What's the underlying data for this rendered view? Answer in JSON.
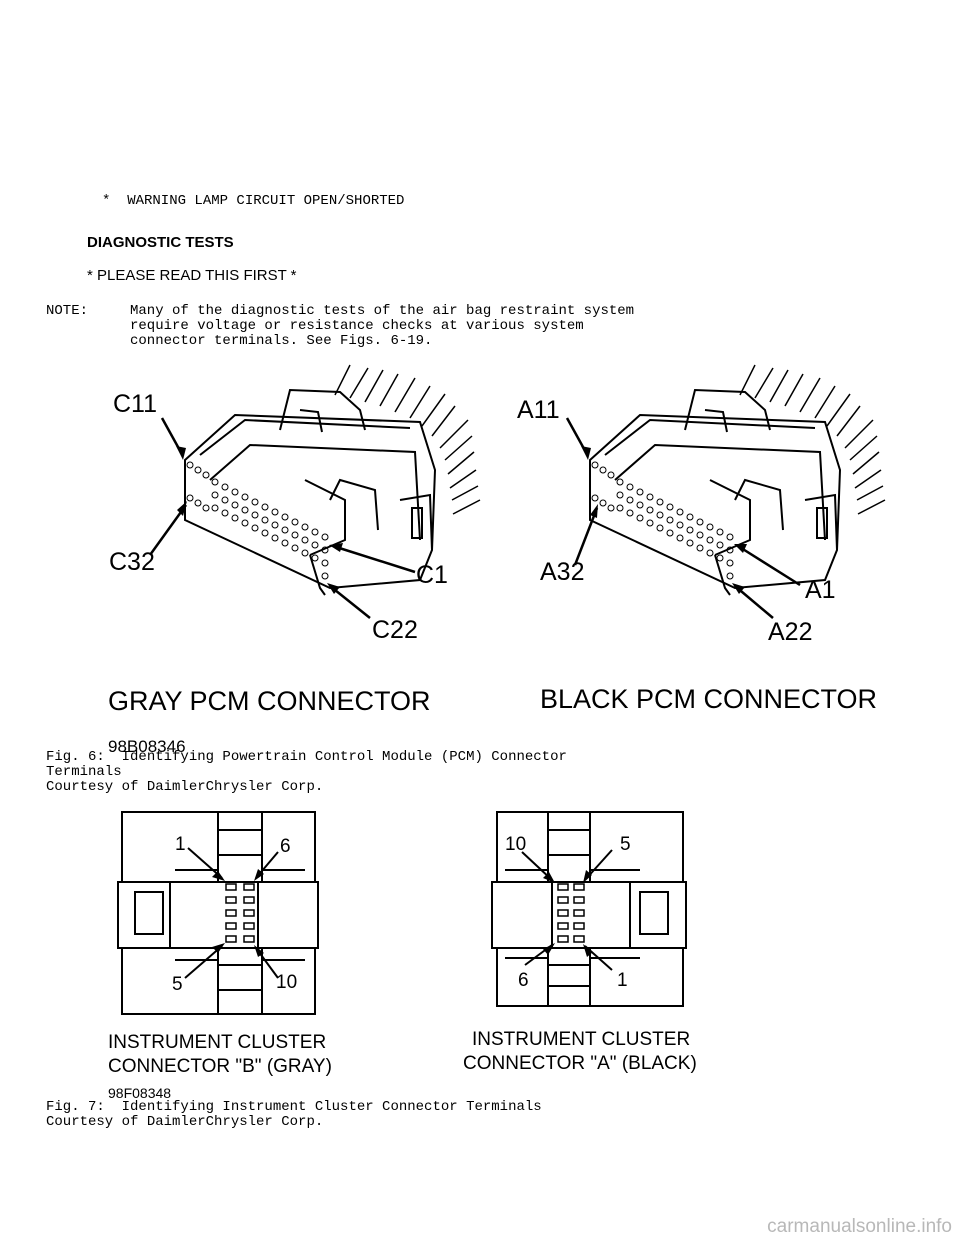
{
  "warning_line": "*  WARNING LAMP CIRCUIT OPEN/SHORTED",
  "section_title": "DIAGNOSTIC TESTS",
  "read_first": "* PLEASE READ THIS FIRST *",
  "note": {
    "label": "NOTE:",
    "lines": [
      "Many of the diagnostic tests of the air bag restraint system",
      "require voltage or resistance checks at various system",
      "connector terminals. See Figs. 6-19."
    ]
  },
  "fig6": {
    "gray_connector": {
      "title": "GRAY PCM CONNECTOR",
      "labels": {
        "top": "C11",
        "left": "C32",
        "right": "C1",
        "bottom": "C22"
      }
    },
    "black_connector": {
      "title": "BLACK PCM CONNECTOR",
      "labels": {
        "top": "A11",
        "left": "A32",
        "right": "A1",
        "bottom": "A22"
      }
    },
    "figure_id": "98B08346",
    "caption_lines": [
      "Fig. 6:  Identifying Powertrain Control Module (PCM) Connector",
      "Terminals",
      "Courtesy of DaimlerChrysler Corp."
    ]
  },
  "fig7": {
    "connector_b": {
      "title_lines": [
        "INSTRUMENT CLUSTER",
        "CONNECTOR \"B\" (GRAY)"
      ],
      "labels": {
        "top_left": "1",
        "top_right": "6",
        "bottom_left": "5",
        "bottom_right": "10"
      }
    },
    "connector_a": {
      "title_lines": [
        "INSTRUMENT CLUSTER",
        "CONNECTOR \"A\" (BLACK)"
      ],
      "labels": {
        "top_left": "10",
        "top_right": "5",
        "bottom_left": "6",
        "bottom_right": "1"
      }
    },
    "figure_id": "98F08348",
    "caption_lines": [
      "Fig. 7:  Identifying Instrument Cluster Connector Terminals",
      "Courtesy of DaimlerChrysler Corp."
    ]
  },
  "watermark": "carmanualsonline.info"
}
